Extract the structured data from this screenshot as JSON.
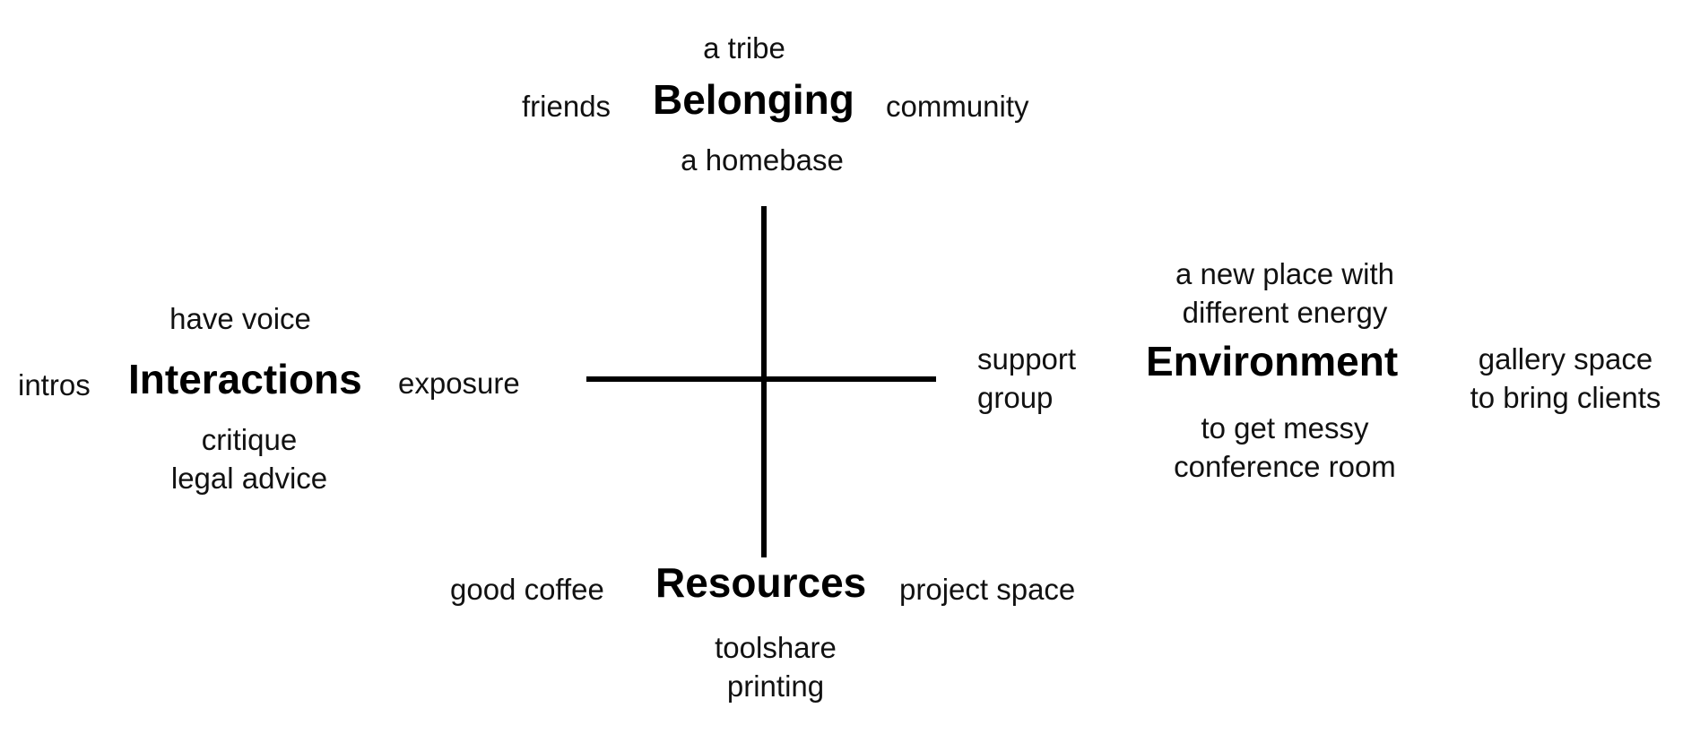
{
  "diagram": {
    "axes": {
      "color": "#000000"
    },
    "belonging": {
      "heading": "Belonging",
      "above": "a tribe",
      "left": "friends",
      "right": "community",
      "below": "a homebase"
    },
    "interactions": {
      "heading": "Interactions",
      "above": "have voice",
      "left": "intros",
      "right": "exposure",
      "below_1": "critique",
      "below_2": "legal advice"
    },
    "environment": {
      "heading": "Environment",
      "above_1": "a new place with",
      "above_2": "different energy",
      "left_1": "support",
      "left_2": "group",
      "right_1": "gallery space",
      "right_2": "to bring clients",
      "below_1": "to get messy",
      "below_2": "conference room"
    },
    "resources": {
      "heading": "Resources",
      "left": "good coffee",
      "right": "project space",
      "below_1": "toolshare",
      "below_2": "printing"
    }
  }
}
